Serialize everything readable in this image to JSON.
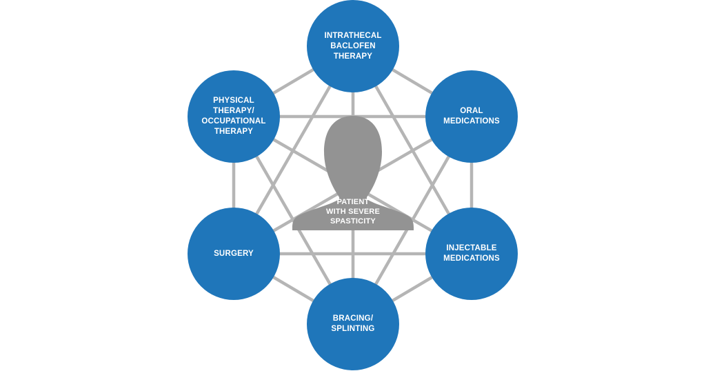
{
  "diagram": {
    "center_label": "PATIENT\nWITH SEVERE\nSPASTICITY",
    "nodes": [
      {
        "id": "intrathecal",
        "label": "INTRATHECAL\nBACLOFEN\nTHERAPY"
      },
      {
        "id": "oral",
        "label": "ORAL\nMEDICATIONS"
      },
      {
        "id": "injectable",
        "label": "INJECTABLE\nMEDICATIONS"
      },
      {
        "id": "bracing",
        "label": "BRACING/\nSPLINTING"
      },
      {
        "id": "surgery",
        "label": "SURGERY"
      },
      {
        "id": "physical",
        "label": "PHYSICAL\nTHERAPY/\nOCCUPATIONAL\nTHERAPY"
      }
    ],
    "colors": {
      "node": "#1f76ba",
      "connector": "#b5b5b5",
      "silhouette": "#939393"
    },
    "icon": "person-silhouette-icon"
  }
}
